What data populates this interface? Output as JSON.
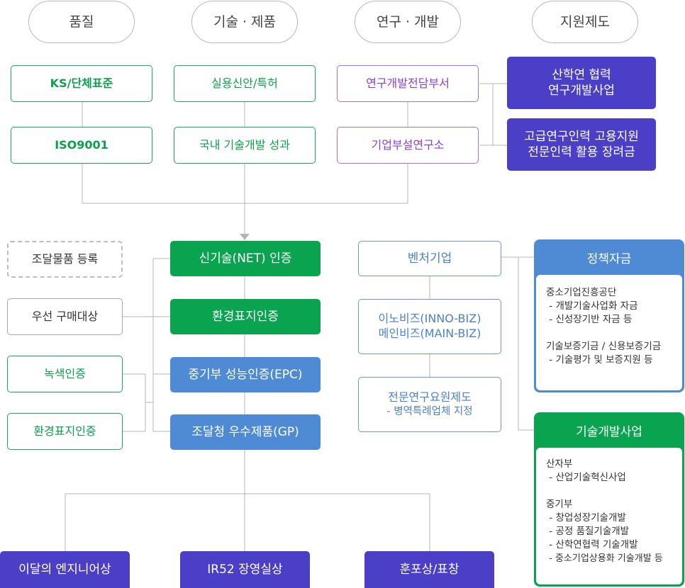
{
  "headers": {
    "quality": "품질",
    "tech": "기술 · 제품",
    "rnd": "연구 · 개발",
    "support": "지원제도"
  },
  "quality": {
    "ks": "KS/단체표준",
    "iso": "ISO9001"
  },
  "tech": {
    "utility": "실용신안/특허",
    "domestic": "국내 기술개발 성과"
  },
  "rnd": {
    "dept": "연구개발전담부서",
    "lab": "기업부설연구소"
  },
  "support": {
    "industry_line1": "산학연 협력",
    "industry_line2": "연구개발사업",
    "hire_line1": "고급연구인력 고용지원",
    "hire_line2": "전문인력 활용 장려금"
  },
  "left": {
    "procure": "조달물품 등록",
    "priority": "우선 구매대상",
    "green": "녹색인증",
    "eco": "환경표지인증"
  },
  "center": {
    "net": "신기술(NET) 인증",
    "eco": "환경표지인증",
    "epc": "중기부 성능인증(EPC)",
    "gp": "조달청 우수제품(GP)"
  },
  "venture": {
    "venture": "벤처기업",
    "inno_line1": "이노비즈(INNO-BIZ)",
    "inno_line2": "메인비즈(MAIN-BIZ)",
    "expert_line1": "전문연구요원제도",
    "expert_line2": "- 병역특례업체 지정"
  },
  "policy_fund": {
    "title": "정책자금",
    "g1_title": "중소기업진흥공단",
    "g1_i1": " - 개발기술사업화 자금",
    "g1_i2": " - 신성장기반 자금 등",
    "g2_title": "기술보증기금 / 신용보증기금",
    "g2_i1": " - 기술평가 및 보증지원 등"
  },
  "tech_dev": {
    "title": "기술개발사업",
    "g1_title": "산자부",
    "g1_i1": " - 산업기술혁신사업",
    "g2_title": "중기부",
    "g2_i1": " - 창업성장기술개발",
    "g2_i2": " - 공정 품질기술개발",
    "g2_i3": " - 산학연협력 기술개발",
    "g2_i4": " - 중소기업상용화 기술개발 등"
  },
  "awards": {
    "engineer": "이달의 엔지니어상",
    "ir52": "IR52 장영실상",
    "medal": "훈포상/표창"
  },
  "colors": {
    "green": "#0aa34f",
    "blue": "#4f8bd5",
    "purple": "#4b3fc8",
    "violet": "#8a3fdc"
  }
}
